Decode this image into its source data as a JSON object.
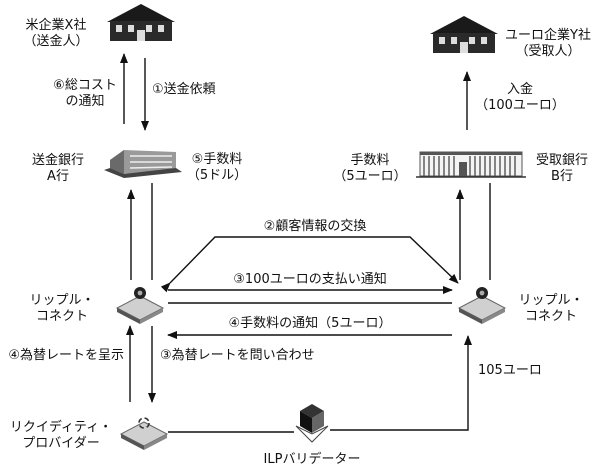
{
  "nodes": {
    "sender_company": {
      "line1": "米企業X社",
      "line2": "（送金人）"
    },
    "receiver_company": {
      "line1": "ユーロ企業Y社",
      "line2": "（受取人）"
    },
    "sending_bank": {
      "line1": "送金銀行",
      "line2": "A行"
    },
    "receiving_bank": {
      "line1": "受取銀行",
      "line2": "B行"
    },
    "ripple_left": {
      "line1": "リップル・",
      "line2": "コネクト"
    },
    "ripple_right": {
      "line1": "リップル・",
      "line2": "コネクト"
    },
    "liquidity_provider": {
      "line1": "リクイディティ・",
      "line2": "プロバイダー"
    },
    "validator": {
      "label": "ILPバリデーター"
    }
  },
  "flows": {
    "total_cost_notice": {
      "line1": "⑥総コスト",
      "line2": "の通知"
    },
    "remit_request": {
      "label": "①送金依頼"
    },
    "fee_a": {
      "line1": "⑤手数料",
      "line2": "（5ドル）"
    },
    "fee_b": {
      "line1": "手数料",
      "line2": "（5ユーロ）"
    },
    "deposit": {
      "line1": "入金",
      "line2": "（100ユーロ）"
    },
    "customer_exchange": {
      "label": "②顧客情報の交換"
    },
    "payment_notice": {
      "label": "③100ユーロの支払い通知"
    },
    "fee_notice": {
      "label": "④手数料の通知（5ユーロ）"
    },
    "present_rate": {
      "label": "④為替レートを呈示"
    },
    "query_rate": {
      "label": "③為替レートを問い合わせ"
    },
    "amount_105": {
      "label": "105ユーロ"
    }
  }
}
